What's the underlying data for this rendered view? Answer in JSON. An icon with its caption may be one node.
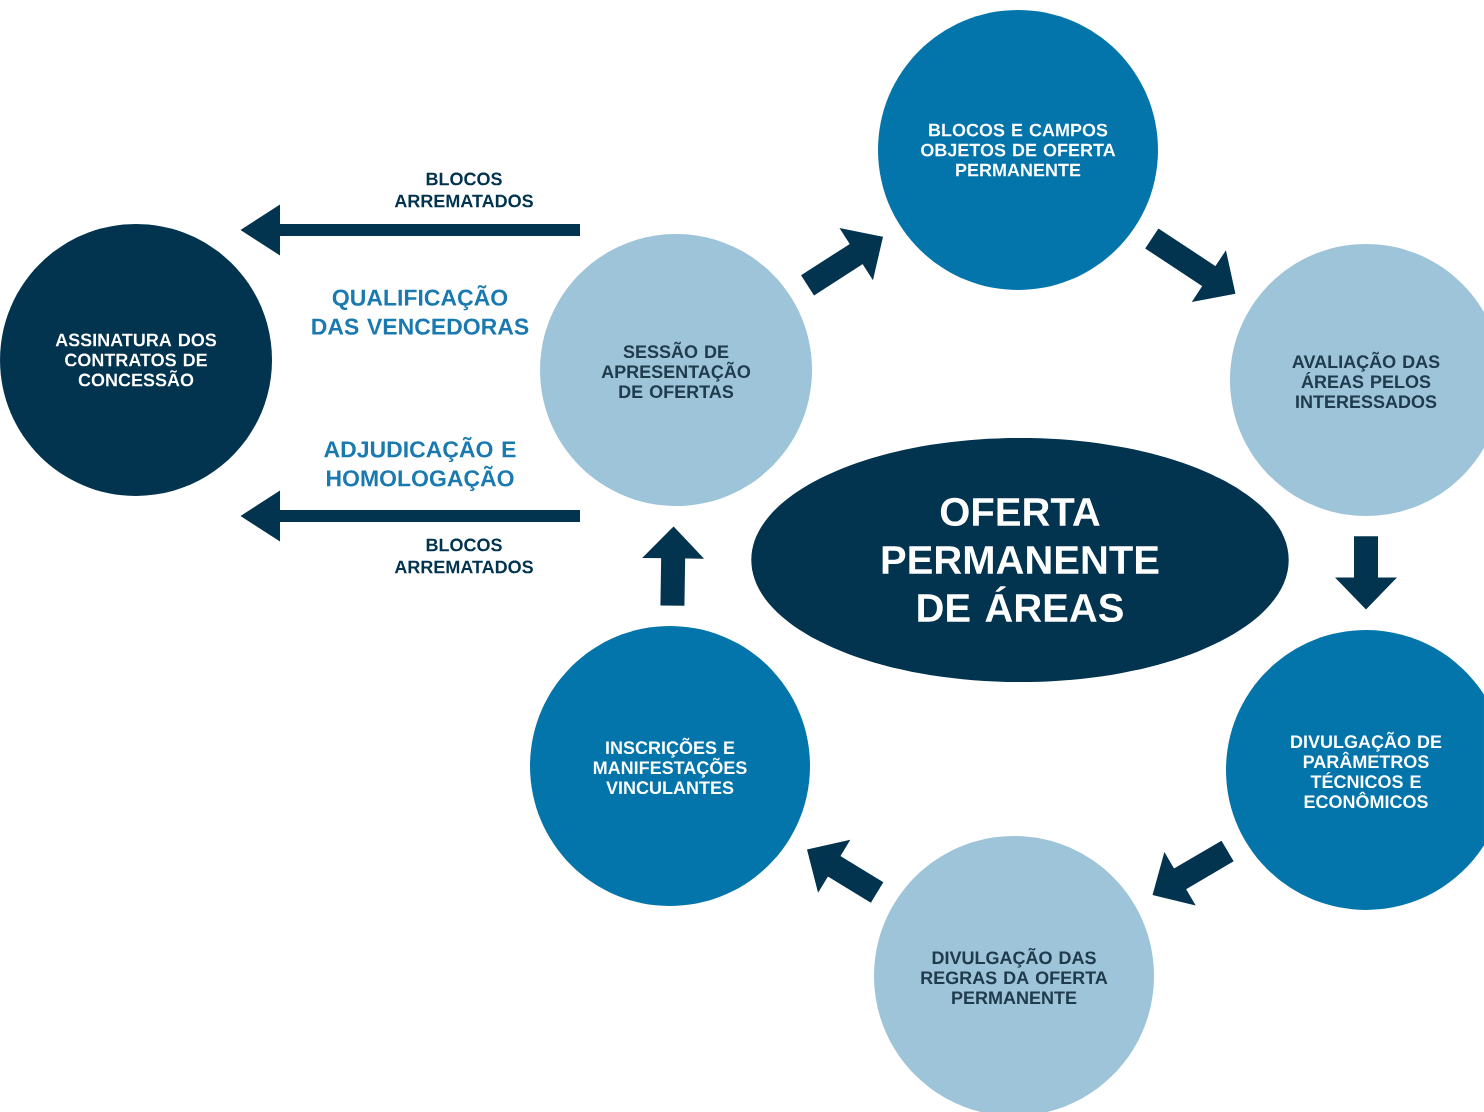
{
  "diagram": {
    "nodes": [
      {
        "text": [
          "ASSINATURA DOS CONTRATOS DE CONCESSÃO"
        ]
      },
      {
        "text": [
          "SESSÃO DE APRESENTAÇÃO DE OFERTAS"
        ]
      },
      {
        "text": [
          "BLOCOS E CAMPOS OBJETOS DE OFERTA PERMANENTE"
        ]
      },
      {
        "text": [
          "AVALIAÇÃO DAS ÁREAS PELOS INTERESSADOS"
        ]
      },
      {
        "text": [
          "DIVULGAÇÃO DE PARÂMETROS TÉCNICOS E ECONÔMICOS"
        ]
      },
      {
        "text": [
          "DIVULGAÇÃO DAS REGRAS DA OFERTA PERMANENTE"
        ]
      },
      {
        "text": [
          "INSCRIÇÕES E MANIFESTAÇÕES VINCULANTES"
        ]
      },
      {
        "text": [
          "OFERTA PERMANENTE DE ÁREAS"
        ]
      }
    ],
    "edges": [
      {
        "from": 1,
        "to": 2,
        "arrow": "to"
      },
      {
        "from": 2,
        "to": 3,
        "arrow": "to"
      },
      {
        "from": 3,
        "to": 4,
        "arrow": "to"
      },
      {
        "from": 4,
        "to": 5,
        "arrow": "to"
      },
      {
        "from": 5,
        "to": 6,
        "arrow": "to"
      },
      {
        "from": 6,
        "to": 1,
        "arrow": "to"
      },
      {
        "from": 1,
        "to": 0,
        "arrow": "to",
        "label": "BLOCOS ARREMATADOS"
      },
      {
        "from": 1,
        "to": 0,
        "arrow": "to",
        "label": "BLOCOS ARREMATADOS"
      }
    ],
    "labels": [
      "QUALIFICAÇÃO DAS VENCEDORAS",
      "ADJUDICAÇÃO E HOMOLOGAÇÃO"
    ]
  }
}
